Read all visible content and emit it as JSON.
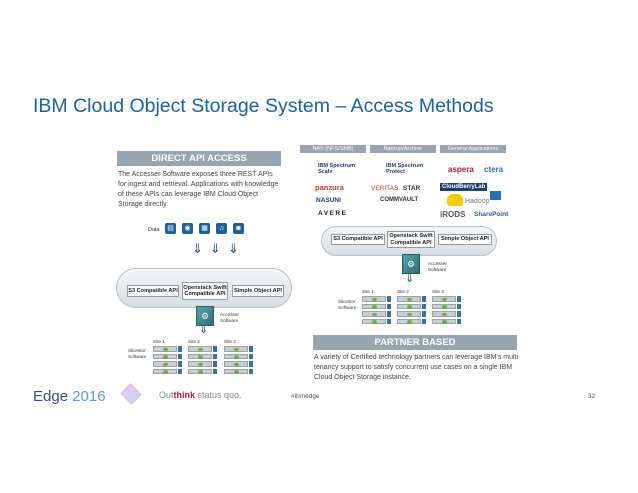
{
  "slide": {
    "title": "IBM Cloud Object Storage System – Access Methods",
    "page_number": "32",
    "hashtag": "#ibmedge",
    "edge_label": "Edge",
    "edge_year": "2016",
    "tagline_prefix": "Out",
    "tagline_highlight": "think",
    "tagline_suffix": " status quo."
  },
  "direct": {
    "header": "DIRECT API ACCESS",
    "description": "The Accesser Software exposes three REST APIs for ingest and retrieval. Applications with knowledge of these APIs can leverage IBM Cloud Object Storage directly.",
    "data_label": "Data",
    "apis": [
      "S3 Compatible API",
      "Openstack Swift Compatible API",
      "Simple Object API"
    ],
    "accesser_label": "Accesser Software",
    "slicestor_label": "Slicestor Software",
    "sites": [
      "Site 1",
      "Site 2",
      "Site 3"
    ]
  },
  "partner": {
    "categories": [
      "NAS (NFS/SMB)",
      "Backup/Archive",
      "General Applications"
    ],
    "logos": [
      "IBM Spectrum Scale",
      "IBM Spectrum Protect",
      "aspera",
      "ctera",
      "panzura",
      "CloudBerryLab",
      "NASUNI",
      "VERITAS",
      "STAR",
      "COMMVAULT",
      "Hadoop",
      "AVERE",
      "iRODS",
      "SharePoint"
    ],
    "apis": [
      "S3 Compatible API",
      "Openstack Swift Compatible API",
      "Simple Object API"
    ],
    "accesser_label": "Accesser Software",
    "slicestor_label": "Slicestor Software",
    "sites": [
      "Site 1",
      "Site 2",
      "Site 3"
    ],
    "header": "PARTNER BASED",
    "description": "A variety of Certified technology partners can leverage IBM's multi tenancy support to satisfy concurrent use cases on a single IBM Cloud Object Storage instance."
  },
  "colors": {
    "title": "#1f5f9a",
    "header_bg": "#98a5b0",
    "accent_blue": "#1f5f9a",
    "teal": "#2f6e78"
  },
  "icons": [
    "document-icon",
    "camera-icon",
    "film-icon",
    "music-icon",
    "camera-icon",
    "gear-icon",
    "down-arrow-icon"
  ]
}
